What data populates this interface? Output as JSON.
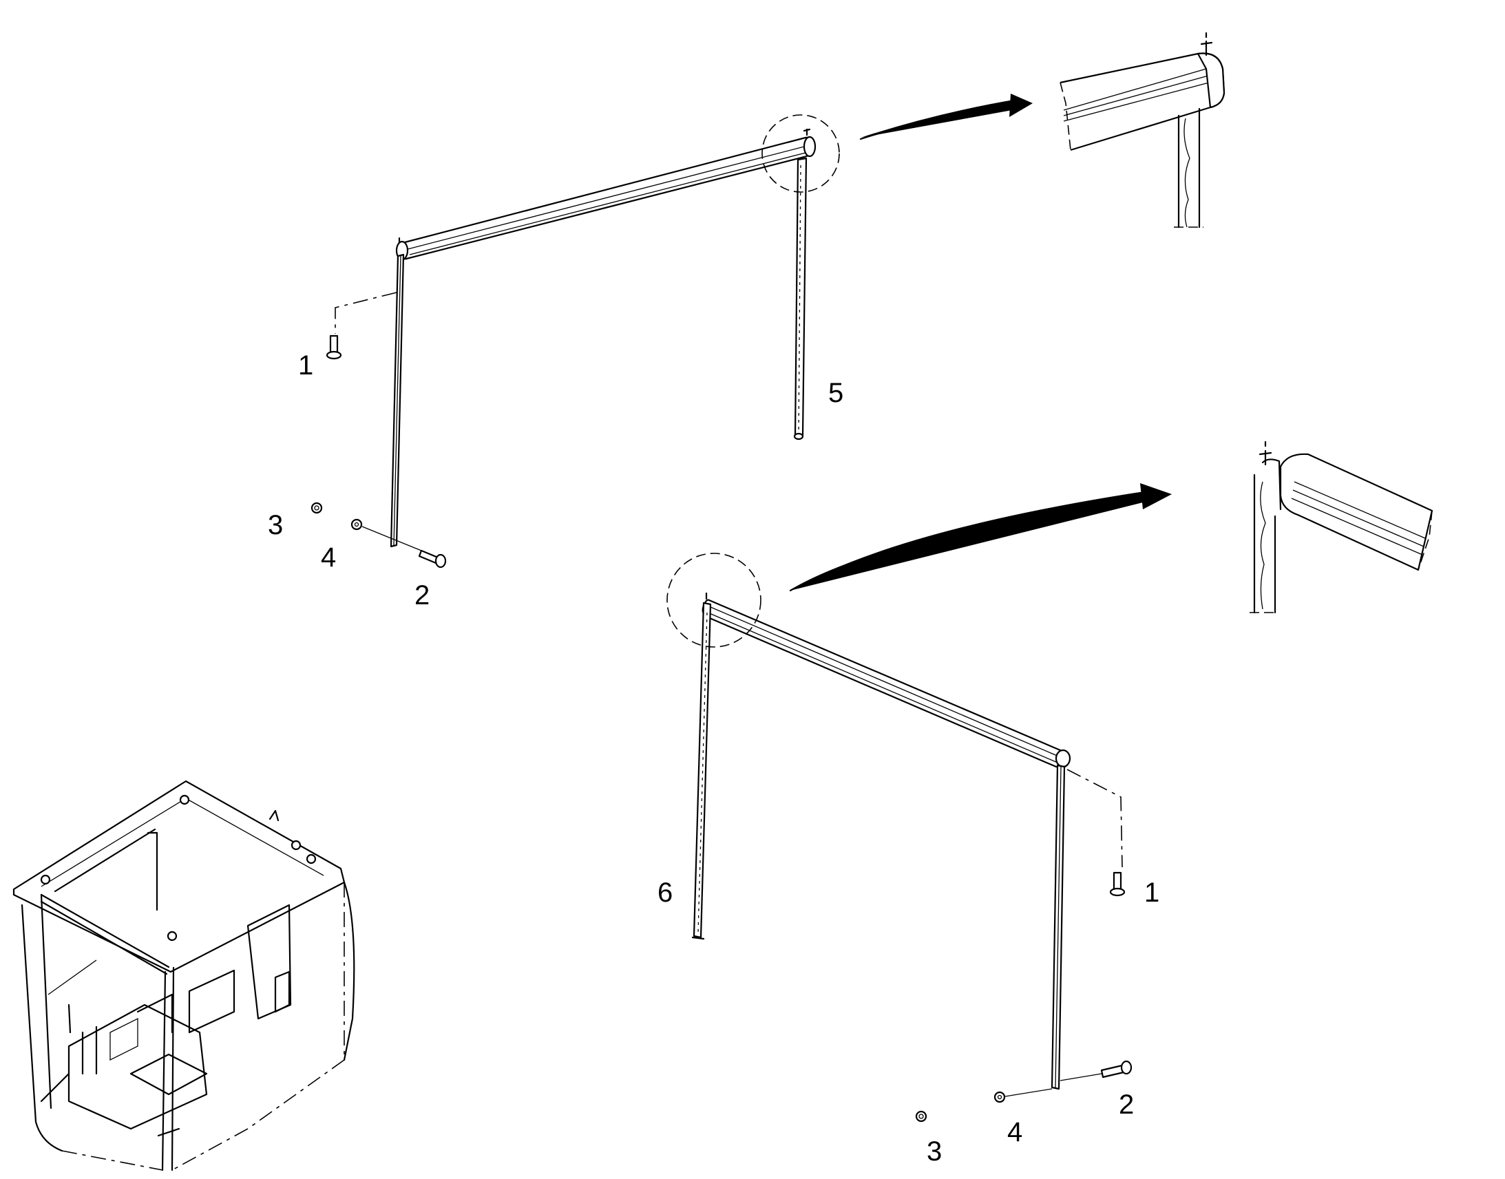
{
  "diagram": {
    "callouts": {
      "top_left_1": "1",
      "top_left_2": "2",
      "top_left_3": "3",
      "top_left_4": "4",
      "top_5": "5",
      "bottom_6": "6",
      "bottom_right_1": "1",
      "bottom_right_2": "2",
      "bottom_3": "3",
      "bottom_4": "4"
    }
  }
}
